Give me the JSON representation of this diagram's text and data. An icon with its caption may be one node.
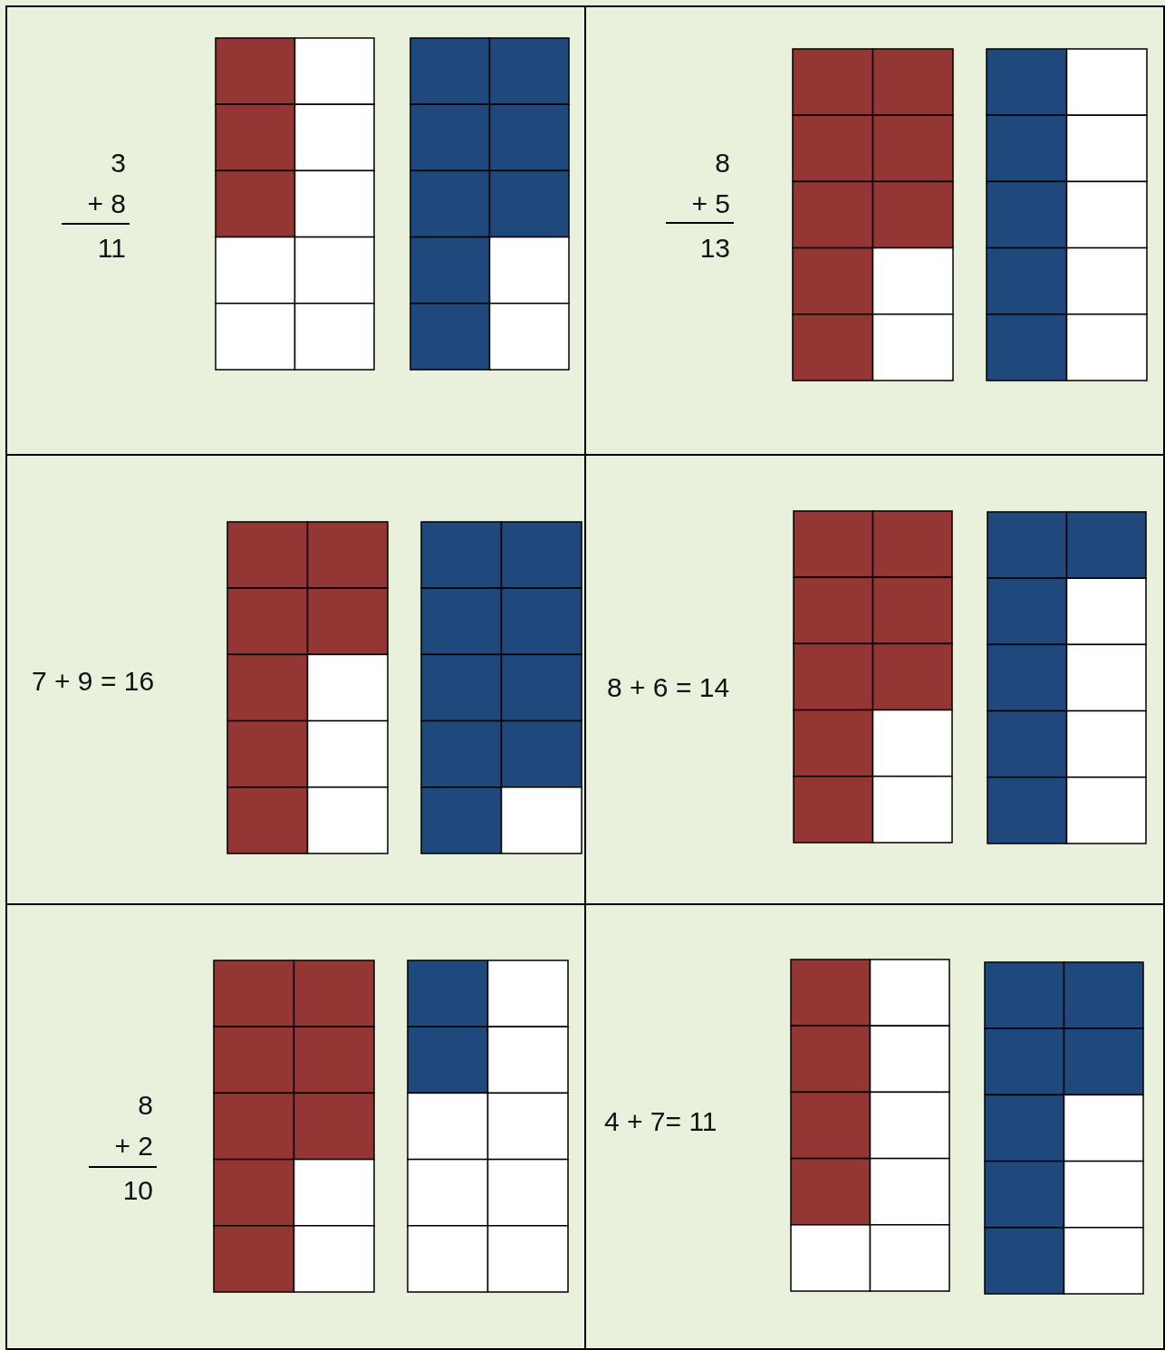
{
  "diagram": {
    "labels": [
      "3",
      "+ 8",
      "11",
      "8",
      "+ 5",
      "13",
      "7 + 9 = 16",
      "8 + 6 = 14",
      "8",
      "+ 2",
      "10",
      "4 + 7= 11"
    ]
  }
}
